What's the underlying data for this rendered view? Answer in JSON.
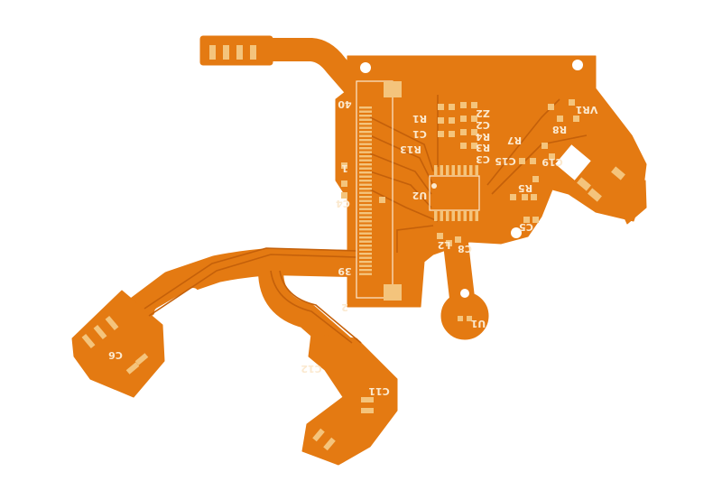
{
  "image": {
    "subject": "flexible-pcb",
    "colors": {
      "background": "#ffffff",
      "polyimide": "#e47a12",
      "trace": "#c4600a",
      "pad": "#f4c47c",
      "silkscreen": "#fbe9cf"
    }
  },
  "silkscreen_labels": [
    "R1",
    "C1",
    "R13",
    "Z2",
    "C2",
    "R4",
    "R3",
    "C3",
    "U2",
    "C15",
    "R5",
    "C5",
    "C8",
    "L2",
    "R7",
    "C19",
    "R8",
    "VR1",
    "40",
    "1",
    "39",
    "2",
    "C4",
    "U1",
    "C6",
    "C12",
    "C11"
  ]
}
